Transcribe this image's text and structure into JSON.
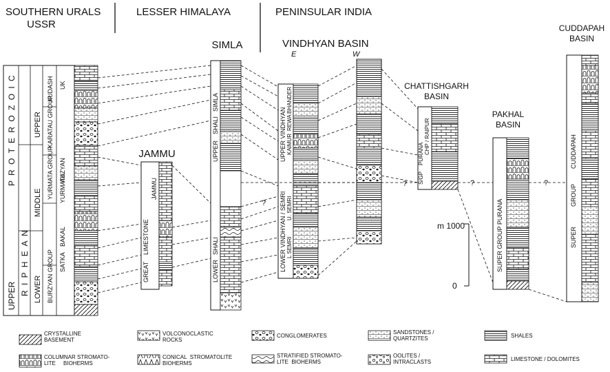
{
  "regions": {
    "southern_urals_1": "SOUTHERN URALS",
    "southern_urals_2": "USSR",
    "lesser_himalaya": "LESSER HIMALAYA",
    "peninsular_india": "PENINSULAR INDIA"
  },
  "sections": {
    "simla": "SIMLA",
    "jammu": "JAMMU",
    "vindhyan": "VINDHYAN BASIN",
    "vindhyan_e": "E",
    "vindhyan_w": "W",
    "chattisgarh_1": "CHATTISHGARH",
    "chattisgarh_2": "BASIN",
    "pakhal_1": "PAKHAL",
    "pakhal_2": "BASIN",
    "cuddapah_1": "CUDDAPAH",
    "cuddapah_2": "BASIN"
  },
  "urals_labels": {
    "upper": "UPPER",
    "proterozoic": "P R O T E R O Z O I C",
    "riphean": "R  I  P  H  E  A  N",
    "upper_r": "UPPER",
    "middle": "MIDDLE",
    "lower": "LOWER",
    "kudash": "KUDASH",
    "karatau": "KARATAU GROUP",
    "uk": "UK",
    "auzyan": "AUZYAN",
    "yurmata_group": "YURMATA GROUP",
    "yurmata": "YURMATA",
    "bakal": "BAKAL",
    "satka": "SATKA",
    "burzyan": "BURZYAN GROUP"
  },
  "jammu_labels": {
    "great": "GREAT",
    "limestone": "LIMESTONE",
    "jammu": "JAMMU"
  },
  "simla_labels": {
    "upper": "UPPER",
    "shali_u": "SHALI",
    "simla": "SIMLA",
    "lower": "LOWER",
    "shali_l": "SHALI"
  },
  "vindhyan_labels": {
    "upper_vindhyan": "UPPER  VINDHYAN",
    "kaimur": "KAIMUR",
    "rewa": "REWA",
    "bhander": "BHANDER",
    "lower_vindhyan": "LOWER VINDHYAN / SEMRI",
    "l_semri": "L SEMRI",
    "u_semri": "U. SEMRI"
  },
  "chattisgarh_labels": {
    "sgp": "S/GP",
    "purana": "PURANA",
    "chp": "CHP / RAIPUR"
  },
  "pakhal_labels": {
    "super_group_purana": "SUPER GROUP PURANA"
  },
  "cuddapah_labels": {
    "super": "SUPER",
    "group": "GROUP",
    "cuddapah": "CUDDAPAH"
  },
  "question_marks": [
    "?",
    "?",
    "?",
    "?"
  ],
  "scale": {
    "top_label": "m 1000",
    "bottom_label": "0"
  },
  "legend": {
    "crystalline": "CRYSTALLINE\nBASEMENT",
    "volcanoclastic": "VOLCONOCLASTIC\nROCKS",
    "conglomerates": "CONGLOMERATES",
    "sandstones": "SANDSTONES /\nQUARTZITES",
    "shales": "SHALES",
    "columnar": "COLUMNAR STROMATO-\nLITE     BIOHERMS",
    "conical": "CONICAL  STROMATOLITE\nBIOHERMS",
    "stratified": "STRATIFIED STROMATO-\nLITE  BIOHERMS",
    "oolites": "OOLITES /\nINTRACLASTS",
    "limestone": "LIMESTONE / DOLOMITES"
  }
}
